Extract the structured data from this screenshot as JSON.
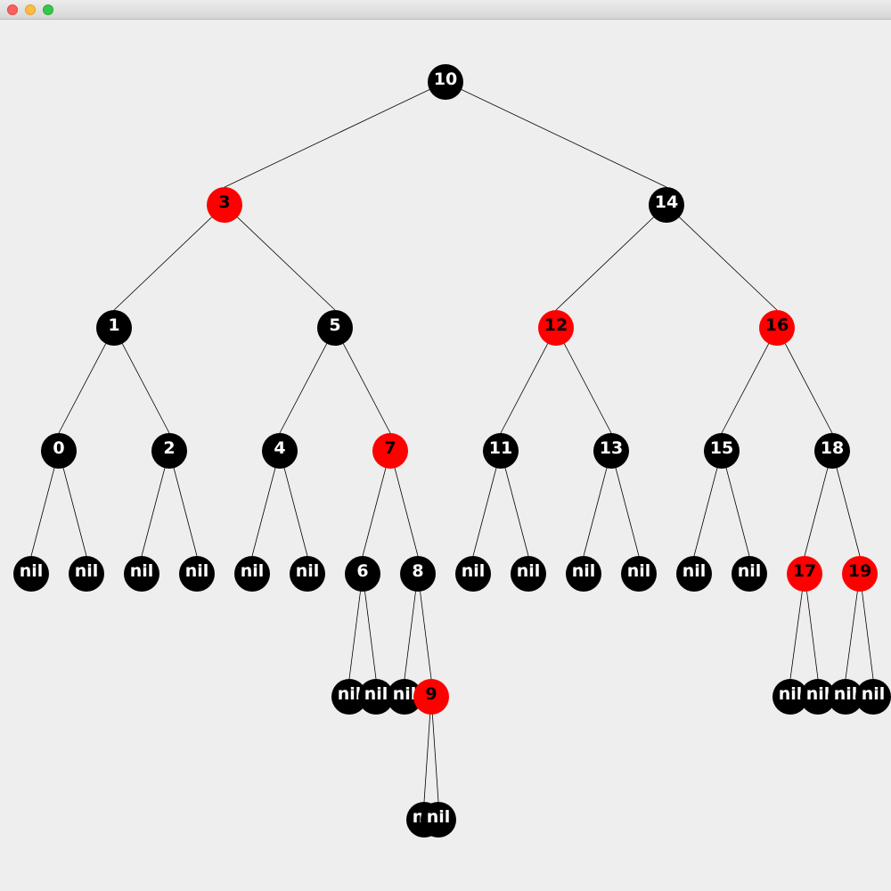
{
  "window": {
    "traffic_lights": [
      "close",
      "minimize",
      "zoom"
    ]
  },
  "tree": {
    "colors": {
      "black": "#000000",
      "red": "#ff0000",
      "edge": "#000000"
    },
    "nodes": [
      {
        "id": "n10",
        "label": "10",
        "color": "black"
      },
      {
        "id": "n3",
        "label": "3",
        "color": "red",
        "parent": "n10"
      },
      {
        "id": "n14",
        "label": "14",
        "color": "black",
        "parent": "n10"
      },
      {
        "id": "n1",
        "label": "1",
        "color": "black",
        "parent": "n3"
      },
      {
        "id": "n5",
        "label": "5",
        "color": "black",
        "parent": "n3"
      },
      {
        "id": "n12",
        "label": "12",
        "color": "red",
        "parent": "n14"
      },
      {
        "id": "n16",
        "label": "16",
        "color": "red",
        "parent": "n14"
      },
      {
        "id": "n0",
        "label": "0",
        "color": "black",
        "parent": "n1"
      },
      {
        "id": "n2",
        "label": "2",
        "color": "black",
        "parent": "n1"
      },
      {
        "id": "n4",
        "label": "4",
        "color": "black",
        "parent": "n5"
      },
      {
        "id": "n7",
        "label": "7",
        "color": "red",
        "parent": "n5"
      },
      {
        "id": "n11",
        "label": "11",
        "color": "black",
        "parent": "n12"
      },
      {
        "id": "n13",
        "label": "13",
        "color": "black",
        "parent": "n12"
      },
      {
        "id": "n15",
        "label": "15",
        "color": "black",
        "parent": "n16"
      },
      {
        "id": "n18",
        "label": "18",
        "color": "black",
        "parent": "n16"
      },
      {
        "id": "nil-0a",
        "label": "nil",
        "color": "black",
        "parent": "n0"
      },
      {
        "id": "nil-0b",
        "label": "nil",
        "color": "black",
        "parent": "n0"
      },
      {
        "id": "nil-2a",
        "label": "nil",
        "color": "black",
        "parent": "n2"
      },
      {
        "id": "nil-2b",
        "label": "nil",
        "color": "black",
        "parent": "n2"
      },
      {
        "id": "nil-4a",
        "label": "nil",
        "color": "black",
        "parent": "n4"
      },
      {
        "id": "nil-4b",
        "label": "nil",
        "color": "black",
        "parent": "n4"
      },
      {
        "id": "n6",
        "label": "6",
        "color": "black",
        "parent": "n7"
      },
      {
        "id": "n8",
        "label": "8",
        "color": "black",
        "parent": "n7"
      },
      {
        "id": "nil-11a",
        "label": "nil",
        "color": "black",
        "parent": "n11"
      },
      {
        "id": "nil-11b",
        "label": "nil",
        "color": "black",
        "parent": "n11"
      },
      {
        "id": "nil-13a",
        "label": "nil",
        "color": "black",
        "parent": "n13"
      },
      {
        "id": "nil-13b",
        "label": "nil",
        "color": "black",
        "parent": "n13"
      },
      {
        "id": "nil-15a",
        "label": "nil",
        "color": "black",
        "parent": "n15"
      },
      {
        "id": "nil-15b",
        "label": "nil",
        "color": "black",
        "parent": "n15"
      },
      {
        "id": "n17",
        "label": "17",
        "color": "red",
        "parent": "n18"
      },
      {
        "id": "n19",
        "label": "19",
        "color": "red",
        "parent": "n18"
      },
      {
        "id": "nil-6a",
        "label": "nil",
        "color": "black",
        "parent": "n6"
      },
      {
        "id": "nil-6b",
        "label": "nil",
        "color": "black",
        "parent": "n6"
      },
      {
        "id": "nil-8a",
        "label": "nil",
        "color": "black",
        "parent": "n8"
      },
      {
        "id": "n9",
        "label": "9",
        "color": "red",
        "parent": "n8"
      },
      {
        "id": "nil-17a",
        "label": "nil",
        "color": "black",
        "parent": "n17"
      },
      {
        "id": "nil-17b",
        "label": "nil",
        "color": "black",
        "parent": "n17"
      },
      {
        "id": "nil-19a",
        "label": "nil",
        "color": "black",
        "parent": "n19"
      },
      {
        "id": "nil-19b",
        "label": "nil",
        "color": "black",
        "parent": "n19"
      },
      {
        "id": "nil-9a",
        "label": "nil",
        "color": "black",
        "parent": "n9"
      },
      {
        "id": "nil-9b",
        "label": "nil",
        "color": "black",
        "parent": "n9"
      }
    ]
  }
}
